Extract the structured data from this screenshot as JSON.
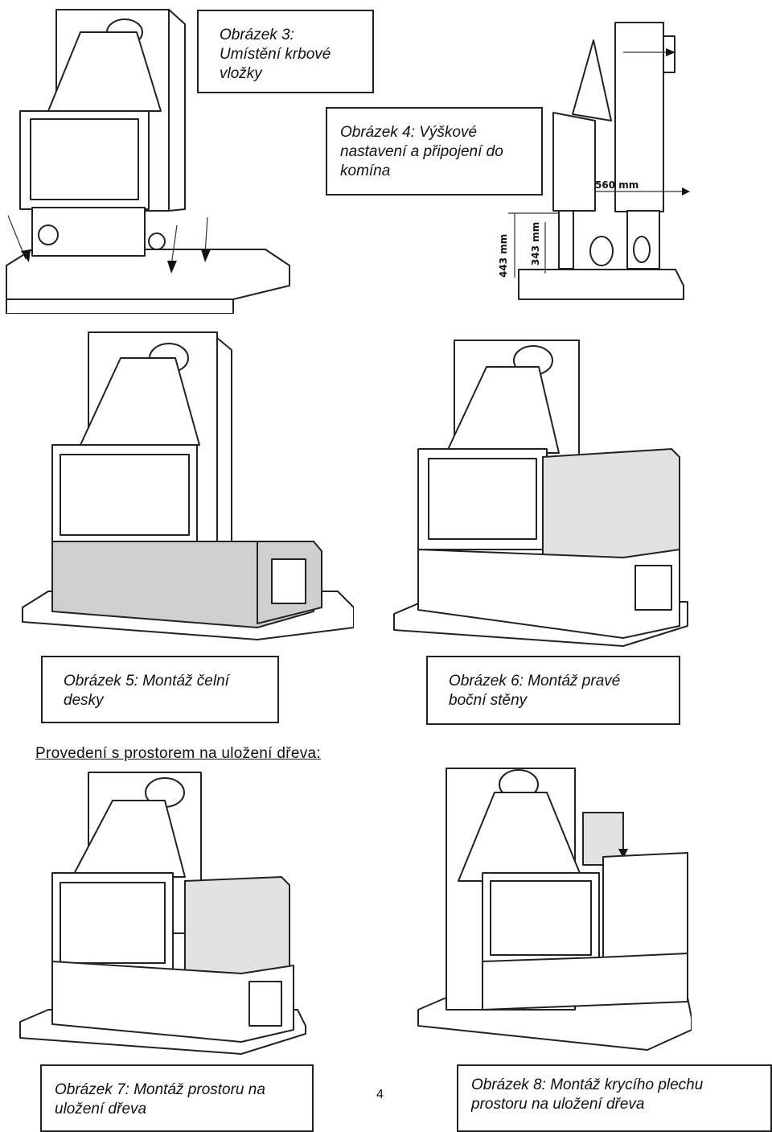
{
  "captions": {
    "fig3": "Obrázek 3: Umístění krbové vložky",
    "fig4": "Obrázek 4: Výškové nastavení a připojení do komína",
    "fig5": "Obrázek 5: Montáž čelní desky",
    "fig6": "Obrázek 6: Montáž pravé boční stěny",
    "fig7": "Obrázek 7: Montáž prostoru na uložení dřeva",
    "fig8": "Obrázek 8: Montáž krycího plechu prostoru na uložení dřeva"
  },
  "section_heading": "Provedení s prostorem na uložení dřeva:",
  "dimensions": {
    "width_560": "560 mm",
    "height_443": "443 mm",
    "height_343": "343 mm"
  },
  "page_number": "4"
}
